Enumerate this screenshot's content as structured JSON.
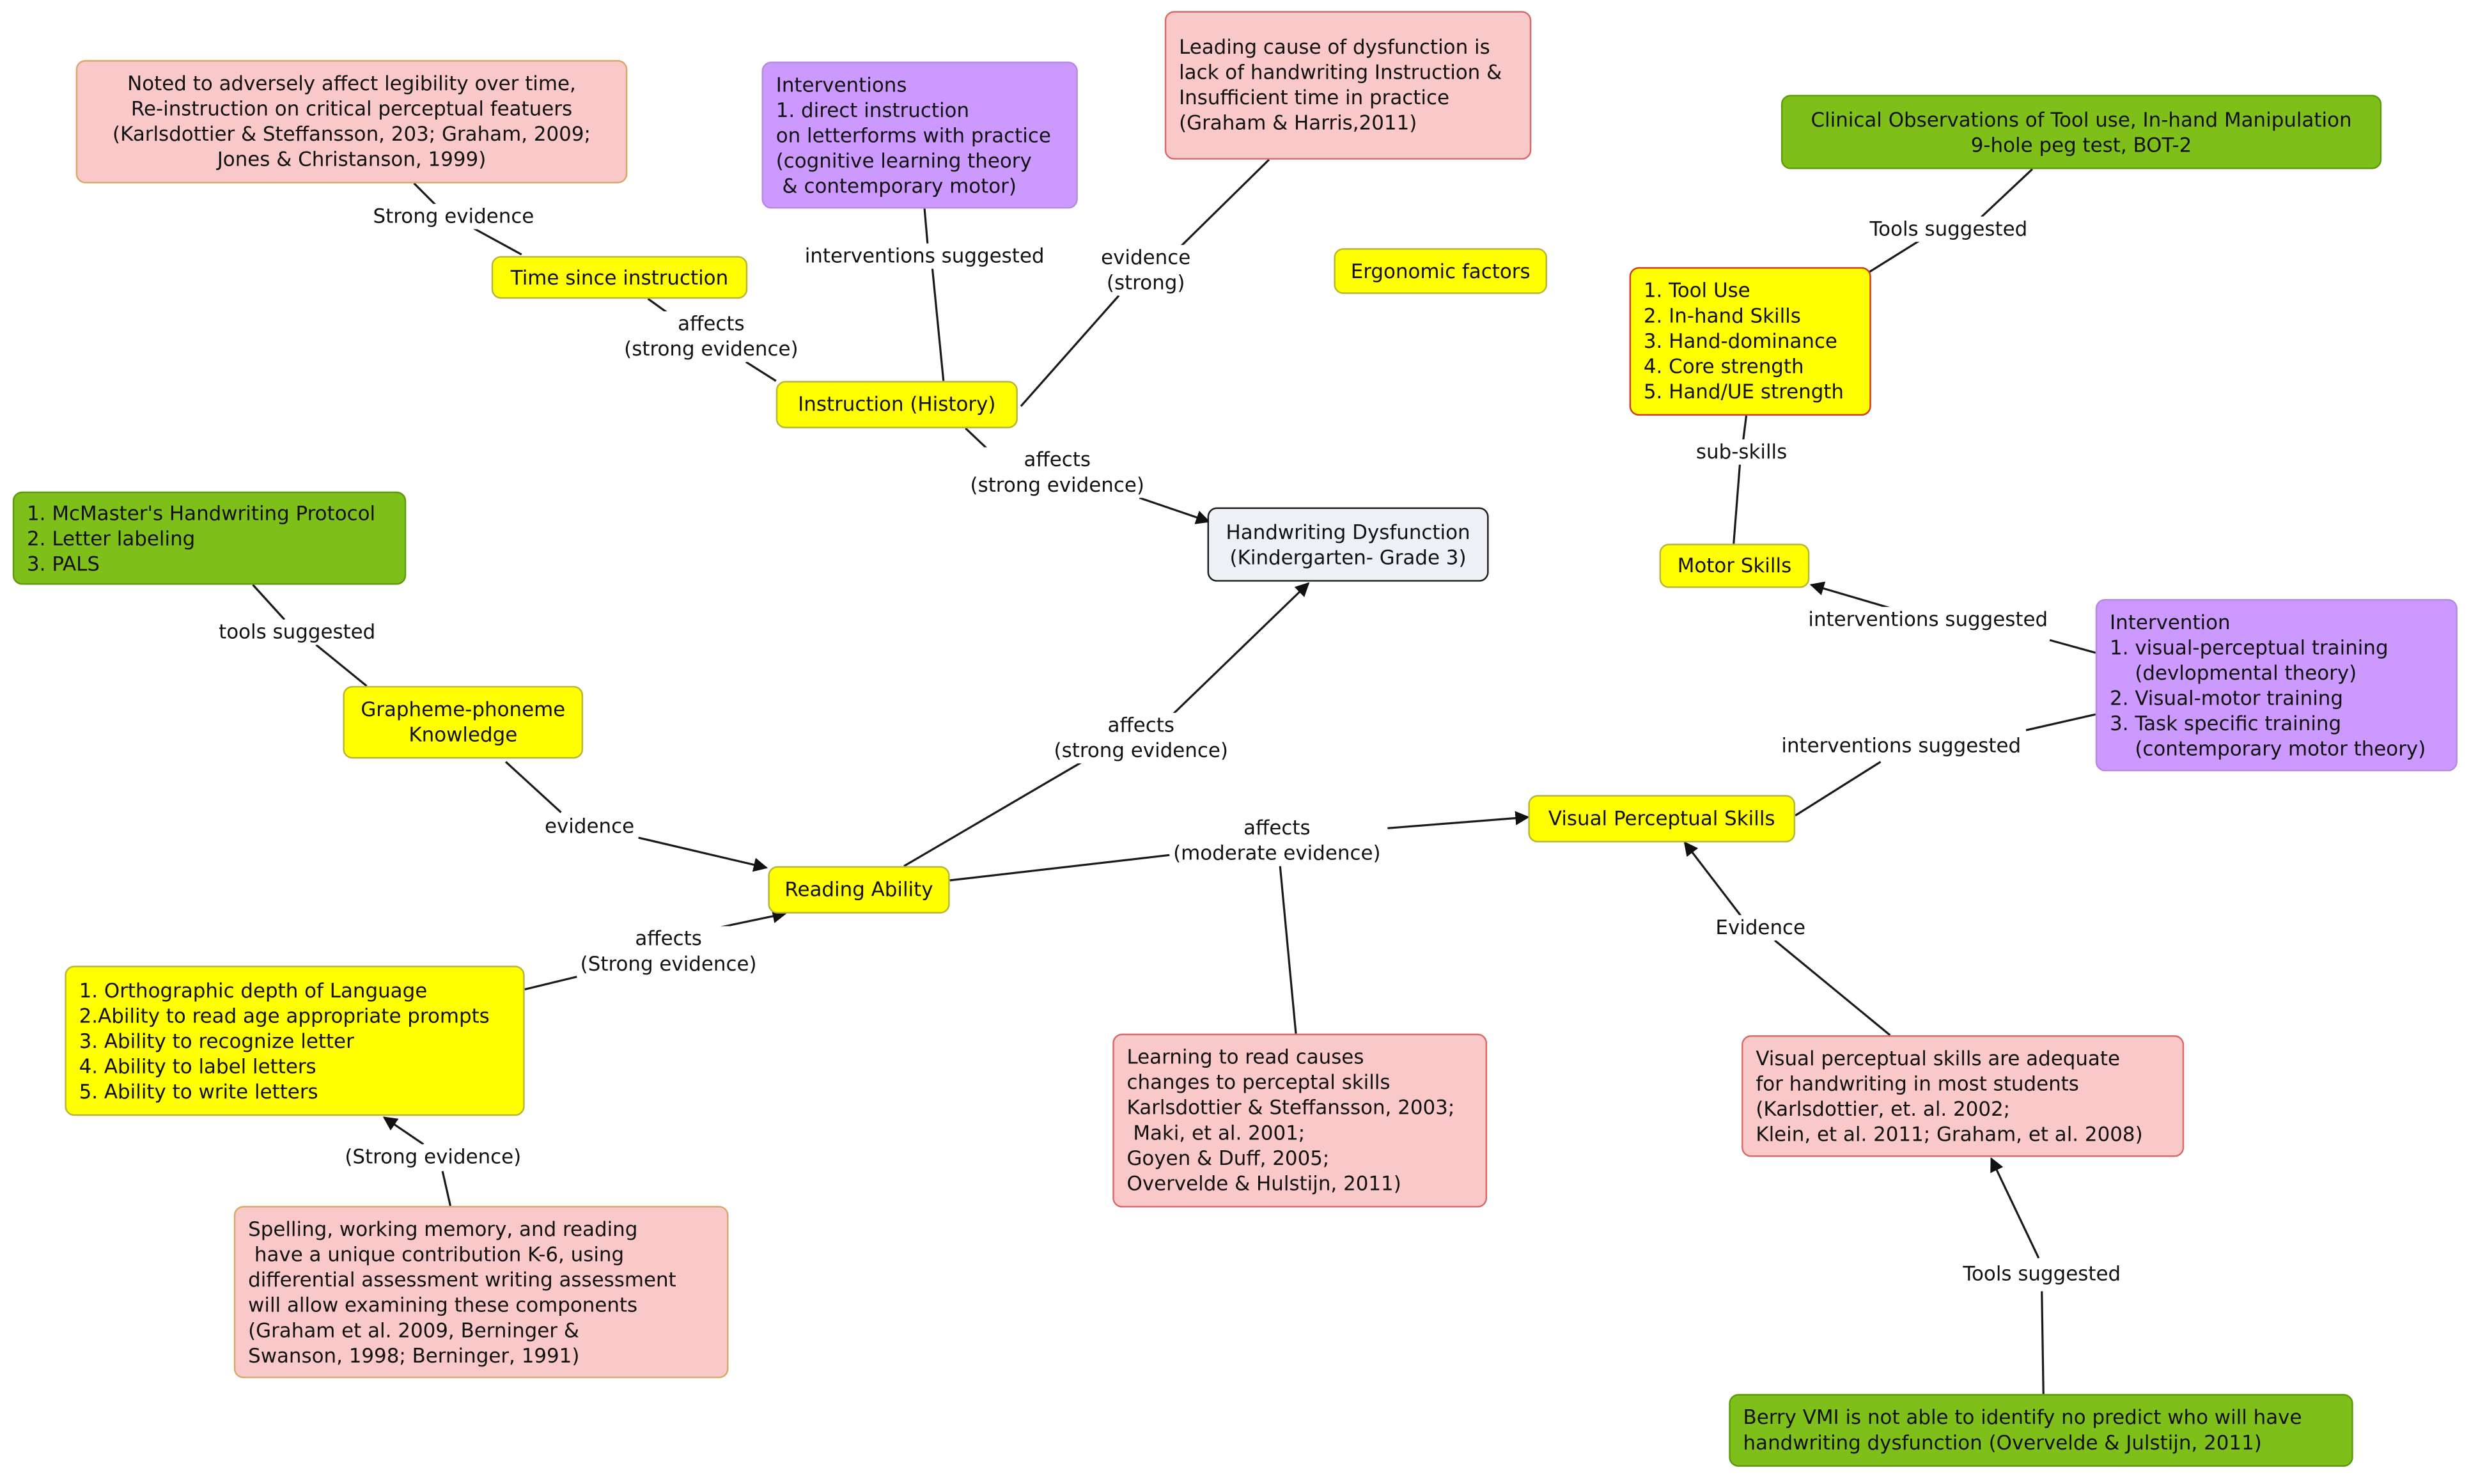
{
  "nodes": {
    "legibility_note": [
      "Noted to adversely affect legibility over time,",
      "Re-instruction on critical perceptual featuers",
      "(Karlsdottier & Steffansson, 203; Graham, 2009;",
      "Jones & Christanson, 1999)"
    ],
    "interventions_instruction": [
      "Interventions",
      "1. direct instruction",
      "on letterforms with practice",
      "(cognitive learning theory",
      " & contemporary motor)"
    ],
    "leading_cause": [
      "Leading cause of dysfunction is",
      "lack of handwriting Instruction &",
      "Insufficient time in practice",
      "(Graham & Harris,2011)"
    ],
    "clinical_observations": [
      "Clinical Observations of Tool use, In-hand Manipulation",
      "9-hole peg test, BOT-2"
    ],
    "time_since_instruction": [
      "Time since instruction"
    ],
    "ergonomic_factors": [
      "Ergonomic factors"
    ],
    "motor_subskills": [
      "1. Tool Use",
      "2. In-hand Skills",
      "3. Hand-dominance",
      "4. Core strength",
      "5. Hand/UE strength"
    ],
    "instruction_history": [
      "Instruction (History)"
    ],
    "handwriting_dysfunction": [
      "Handwriting Dysfunction",
      "(Kindergarten- Grade 3)"
    ],
    "reading_tools": [
      "1. McMaster's Handwriting Protocol",
      "2. Letter labeling",
      "3. PALS"
    ],
    "motor_skills": [
      "Motor Skills"
    ],
    "visual_interventions": [
      "Intervention",
      "1. visual-perceptual training",
      "    (devlopmental theory)",
      "2. Visual-motor training",
      "3. Task specific training",
      "    (contemporary motor theory)"
    ],
    "grapheme_phoneme": [
      "Grapheme-phoneme",
      "Knowledge"
    ],
    "visual_perceptual_skills": [
      "Visual Perceptual Skills"
    ],
    "reading_ability": [
      "Reading Ability"
    ],
    "orthographic_list": [
      "1. Orthographic depth of Language",
      "2.Ability to read age appropriate prompts",
      "3. Ability to recognize letter",
      "4. Ability to label letters",
      "5. Ability to write letters"
    ],
    "learning_to_read": [
      "Learning to read causes",
      "changes to perceptal skills",
      "Karlsdottier & Steffansson, 2003;",
      " Maki, et al. 2001;",
      "Goyen & Duff, 2005;",
      "Overvelde & Hulstijn, 2011)"
    ],
    "visual_adequate": [
      "Visual perceptual skills are adequate",
      "for handwriting in most students",
      "(Karlsdottier, et. al. 2002;",
      "Klein, et al. 2011; Graham, et al. 2008)"
    ],
    "spelling_memory": [
      "Spelling, working memory, and reading",
      " have a unique contribution K-6, using",
      "differential assessment writing assessment",
      "will allow examining these components",
      "(Graham et al. 2009, Berninger &",
      "Swanson, 1998; Berninger, 1991)"
    ],
    "berry_vmi": [
      "Berry VMI is not able to identify no predict who will have",
      "handwriting dysfunction (Overvelde & Julstijn, 2011)"
    ]
  },
  "edge_labels": {
    "strong_evidence": "Strong evidence",
    "interventions_suggested_top": "interventions suggested",
    "evidence_strong": "evidence\n(strong)",
    "affects_time": "affects\n(strong evidence)",
    "affects_instruction": "affects\n(strong evidence)",
    "tools_suggested_top": "Tools suggested",
    "sub_skills": "sub-skills",
    "tools_suggested_left": "tools suggested",
    "interventions_suggested_motor": "interventions suggested",
    "interventions_suggested_visual": "interventions suggested",
    "affects_reading": "affects\n(strong evidence)",
    "evidence_grapheme": "evidence",
    "affects_moderate": "affects\n(moderate evidence)",
    "evidence_visual": "Evidence",
    "affects_orthographic": "affects\n(Strong evidence)",
    "strong_evidence_paren": "(Strong evidence)",
    "tools_suggested_bottom": "Tools suggested"
  },
  "colors": {
    "pink": "#f9c9c9",
    "yellow": "#ffff00",
    "purple": "#cc99ff",
    "green": "#7fbf1a",
    "grey": "#edf1f5",
    "line": "#1a1a1a"
  }
}
